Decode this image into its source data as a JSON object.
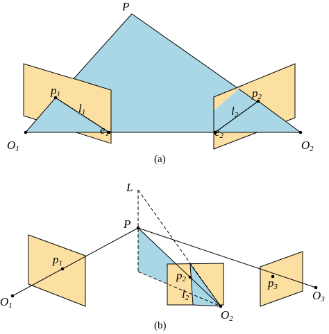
{
  "panel_a": {
    "caption": "(a)",
    "labels": {
      "P": "P",
      "p1": "p",
      "p1_sub": "1",
      "l1": "l",
      "l1_sub": "1",
      "e1": "e",
      "e1_sub": "1",
      "O1": "O",
      "O1_sub": "1",
      "p2": "p",
      "p2_sub": "2",
      "l2": "l",
      "l2_sub": "2",
      "e2": "e",
      "e2_sub": "2",
      "O2": "O",
      "O2_sub": "2"
    }
  },
  "panel_b": {
    "caption": "(b)",
    "labels": {
      "L": "L",
      "P": "P",
      "p1": "p",
      "p1_sub": "1",
      "O1": "O",
      "O1_sub": "1",
      "p2": "p",
      "p2_sub": "2",
      "l2": "l",
      "l2_sub": "2",
      "O2": "O",
      "O2_sub": "2",
      "p3": "p",
      "p3_sub": "3",
      "O3": "O",
      "O3_sub": "3"
    }
  },
  "colors": {
    "plane_fill": "#fbe0a2",
    "triangle_fill": "#a9d7e6",
    "stroke": "#000000"
  }
}
